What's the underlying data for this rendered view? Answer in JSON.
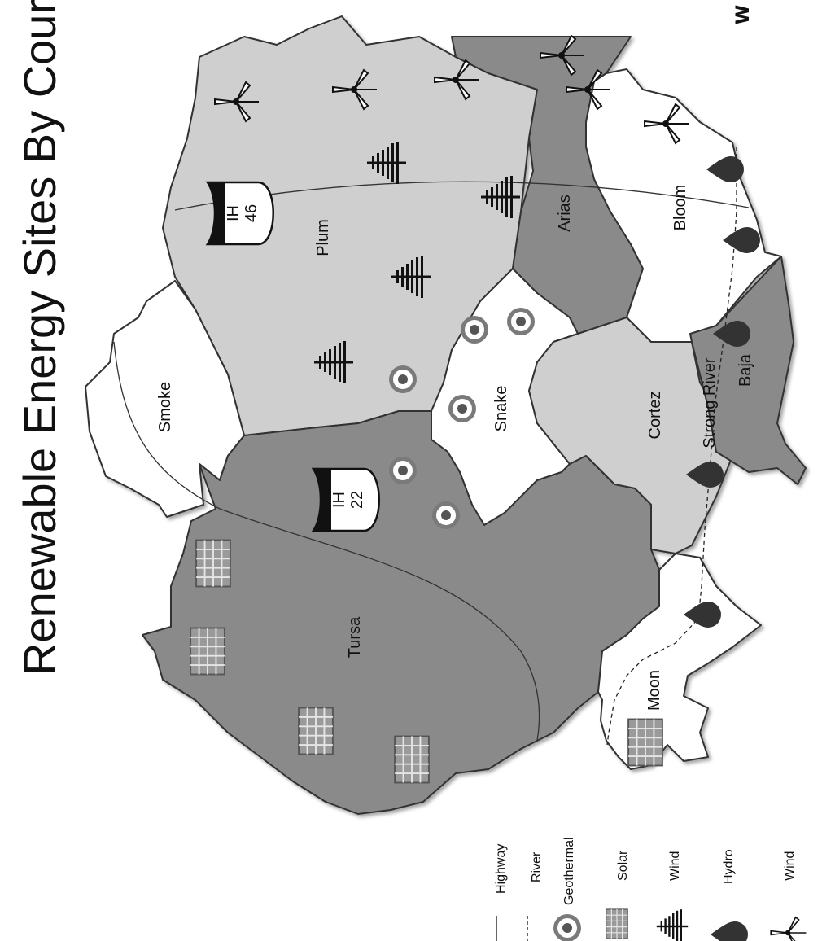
{
  "title": "Renewable Energy Sites By Cour",
  "compass_letter": "W",
  "counties": {
    "plum": "Plum",
    "arias": "Arias",
    "bloom": "Bloom",
    "smoke": "Smoke",
    "snake": "Snake",
    "cortez": "Cortez",
    "baja": "Baja",
    "tursa": "Tursa",
    "moon": "Moon"
  },
  "river_name": "Strong River",
  "highways": [
    {
      "prefix": "IH",
      "number": "46"
    },
    {
      "prefix": "IH",
      "number": "22"
    }
  ],
  "legend": {
    "highway": "Highway",
    "river": "River",
    "geothermal": "Geothermal",
    "solar": "Solar",
    "wind_tree": "Wind",
    "hydro": "Hydro",
    "wind_turbine": "Wind"
  },
  "colors": {
    "light_gray": "#cfcfcf",
    "dark_gray": "#8a8a8a",
    "white": "#ffffff",
    "outline": "#333333"
  }
}
